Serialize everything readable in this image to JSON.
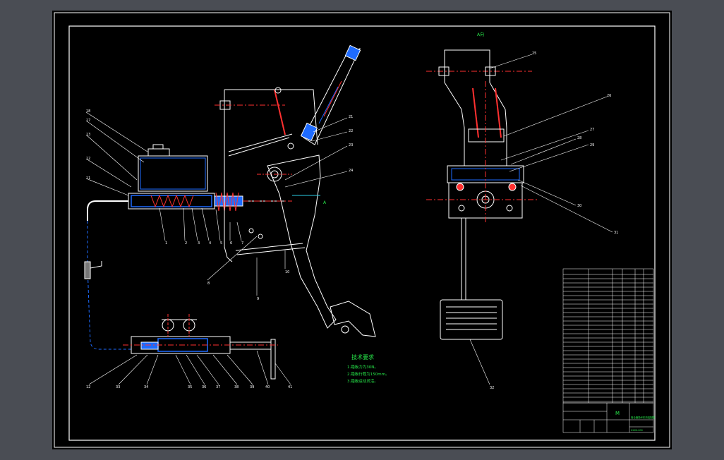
{
  "viewer": {
    "background": "#4a4d54",
    "sheet_background": "#000000"
  },
  "colors": {
    "outline": "#ffffff",
    "center_line": "#ff3030",
    "hatch": "#1e6bff",
    "leader": "#ffffff",
    "note_text": "#27e84a",
    "part_fill": "#2ad0e6"
  },
  "main_view": {
    "balloons_left": [
      "18",
      "17",
      "13",
      "12",
      "11",
      "1",
      "2",
      "3",
      "4",
      "5",
      "6",
      "7",
      "8",
      "9",
      "10"
    ],
    "balloons_right": [
      "21",
      "22",
      "23",
      "24"
    ],
    "arrow_label": "A"
  },
  "side_view": {
    "view_label": "A向",
    "balloons": [
      "25",
      "26",
      "27",
      "28",
      "29",
      "30",
      "31",
      "32"
    ]
  },
  "cylinder_view": {
    "balloons": [
      "12",
      "33",
      "34",
      "35",
      "36",
      "37",
      "38",
      "39",
      "40",
      "41"
    ]
  },
  "tech_notes": {
    "title": "技术要求",
    "items": [
      "1.踏板力为30N。",
      "2.踏板行程为150mm。",
      "3.踏板运动灵活。"
    ]
  },
  "title_block": {
    "mark": "M",
    "drawing_name": "离合器操纵机构装配图",
    "drawing_code": "XXXX-000"
  }
}
